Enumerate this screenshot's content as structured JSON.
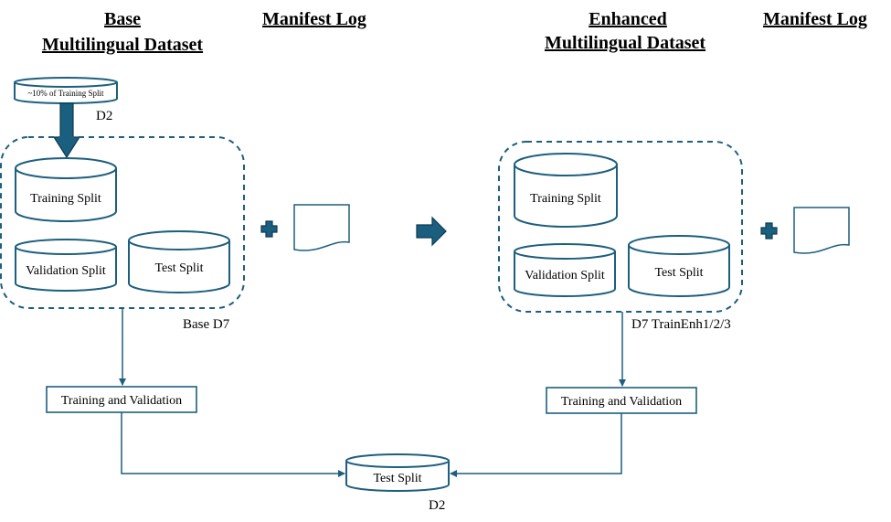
{
  "left": {
    "header_line1": "Base",
    "header_line2": "Multilingual Dataset",
    "manifest": "Manifest Log",
    "source_cylinder": "~10% of Training Split",
    "source_tag": "D2",
    "training": "Training Split",
    "validation": "Validation Split",
    "test": "Test Split",
    "group_tag": "Base D7",
    "process": "Training and Validation"
  },
  "right": {
    "header_line1": "Enhanced",
    "header_line2": "Multilingual Dataset",
    "manifest": "Manifest Log",
    "training": "Training Split",
    "validation": "Validation Split",
    "test": "Test Split",
    "group_tag": "D7 TrainEnh1/2/3",
    "process": "Training and Validation"
  },
  "bottom": {
    "test": "Test Split",
    "tag": "D2"
  },
  "colors": {
    "accent": "#1d5f7e",
    "fill_dark": "#1a5f80"
  }
}
